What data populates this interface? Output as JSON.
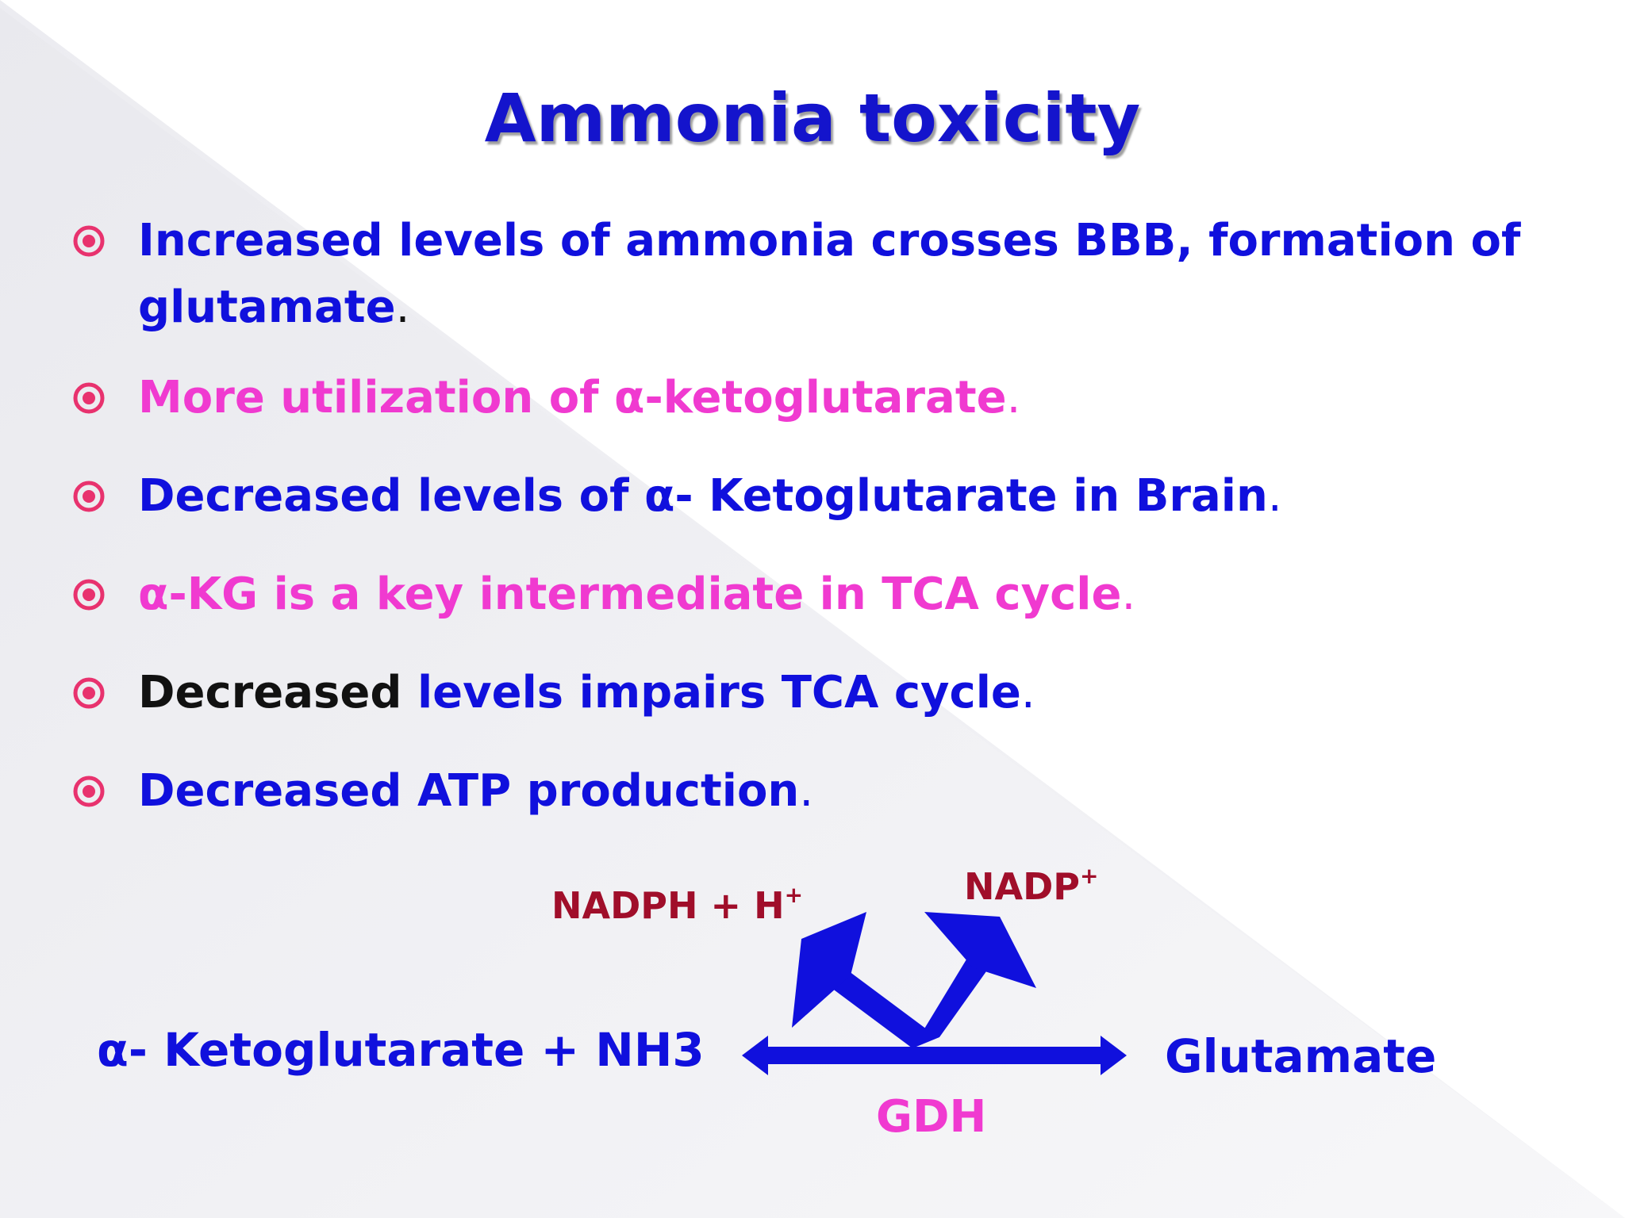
{
  "slide": {
    "title": "Ammonia toxicity",
    "bullets": [
      {
        "parts": [
          {
            "text": "Increased levels of ammonia crosses BBB, formation of glutamate",
            "color": "blue"
          },
          {
            "text": ".",
            "color": "black"
          }
        ]
      },
      {
        "parts": [
          {
            "text": "More utilization of α-ketoglutarate",
            "color": "pink"
          },
          {
            "text": ".",
            "color": "pink"
          }
        ]
      },
      {
        "parts": [
          {
            "text": "Decreased levels of α- Ketoglutarate in Brain",
            "color": "blue"
          },
          {
            "text": ".",
            "color": "blue"
          }
        ]
      },
      {
        "parts": [
          {
            "text": "α-KG is a key intermediate in TCA cycle",
            "color": "pink"
          },
          {
            "text": ".",
            "color": "pink"
          }
        ]
      },
      {
        "parts": [
          {
            "text": "Decreased",
            "color": "black"
          },
          {
            "text": " levels impairs TCA cycle",
            "color": "blue"
          },
          {
            "text": ".",
            "color": "blue"
          }
        ]
      },
      {
        "parts": [
          {
            "text": "Decreased ATP production",
            "color": "blue"
          },
          {
            "text": ".",
            "color": "blue"
          }
        ]
      }
    ],
    "bullet_icon": "circled-dot-icon"
  },
  "reaction": {
    "substrate": "α- Ketoglutarate + NH3",
    "product": "Glutamate",
    "enzyme": "GDH",
    "cofactor_in": "NADPH + H",
    "cofactor_in_sup": "+",
    "cofactor_out": "NADP",
    "cofactor_out_sup": "+"
  },
  "colors": {
    "blue": "#1010dd",
    "pink": "#f03ad0",
    "maroon": "#a00e2a",
    "bullet": "#e8326e",
    "black": "#111111"
  }
}
